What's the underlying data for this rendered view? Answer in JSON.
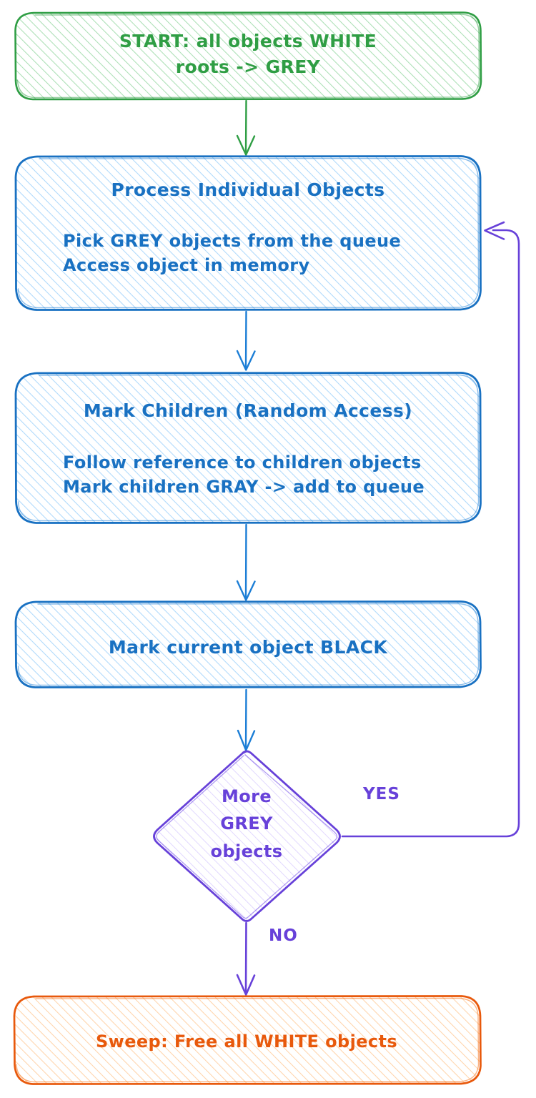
{
  "diagram": {
    "title": "Mark and Sweep Garbage Collection Flowchart",
    "style": "hand-drawn-sketch",
    "background_color": "#ffffff",
    "colors": {
      "green_stroke": "#2f9e44",
      "green_fill": "#b2f2bb",
      "blue_stroke": "#1971c2",
      "blue_fill": "#a5d8ff",
      "purple_stroke": "#6741d9",
      "purple_fill": "#d0bfff",
      "orange_stroke": "#e8590c",
      "orange_fill": "#ffd8a8"
    },
    "nodes": [
      {
        "id": "start",
        "shape": "rounded-rectangle",
        "color": "green",
        "lines": [
          "START: all objects WHITE",
          "roots -> GREY"
        ]
      },
      {
        "id": "process",
        "shape": "rounded-rectangle",
        "color": "blue",
        "title": "Process Individual Objects",
        "lines": [
          "Pick GREY objects from the queue",
          "Access object in memory"
        ]
      },
      {
        "id": "mark-children",
        "shape": "rounded-rectangle",
        "color": "blue",
        "title": "Mark Children (Random Access)",
        "lines": [
          "Follow reference to children objects",
          "Mark children GRAY -> add to queue"
        ]
      },
      {
        "id": "mark-black",
        "shape": "rounded-rectangle",
        "color": "blue",
        "lines": [
          "Mark current object BLACK"
        ]
      },
      {
        "id": "decision",
        "shape": "diamond",
        "color": "purple",
        "lines": [
          "More",
          "GREY",
          "objects"
        ]
      },
      {
        "id": "sweep",
        "shape": "rounded-rectangle",
        "color": "orange",
        "lines": [
          "Sweep: Free all WHITE objects"
        ]
      }
    ],
    "edges": [
      {
        "from": "start",
        "to": "process",
        "label": "",
        "color": "green"
      },
      {
        "from": "process",
        "to": "mark-children",
        "label": "",
        "color": "blue"
      },
      {
        "from": "mark-children",
        "to": "mark-black",
        "label": "",
        "color": "blue"
      },
      {
        "from": "mark-black",
        "to": "decision",
        "label": "",
        "color": "blue"
      },
      {
        "from": "decision",
        "to": "process",
        "label": "YES",
        "color": "purple"
      },
      {
        "from": "decision",
        "to": "sweep",
        "label": "NO",
        "color": "purple"
      }
    ]
  },
  "text": {
    "start_line1": "START: all objects WHITE",
    "start_line2": "roots -> GREY",
    "process_title": "Process Individual Objects",
    "process_line1": "Pick GREY objects from the queue",
    "process_line2": "Access object in memory",
    "mark_children_title": "Mark Children (Random Access)",
    "mark_children_line1": "Follow reference to children objects",
    "mark_children_line2": "Mark children GRAY -> add to queue",
    "mark_black": "Mark current object BLACK",
    "decision_line1": "More",
    "decision_line2": "GREY",
    "decision_line3": "objects",
    "sweep": "Sweep: Free all WHITE objects",
    "label_yes": "YES",
    "label_no": "NO"
  }
}
